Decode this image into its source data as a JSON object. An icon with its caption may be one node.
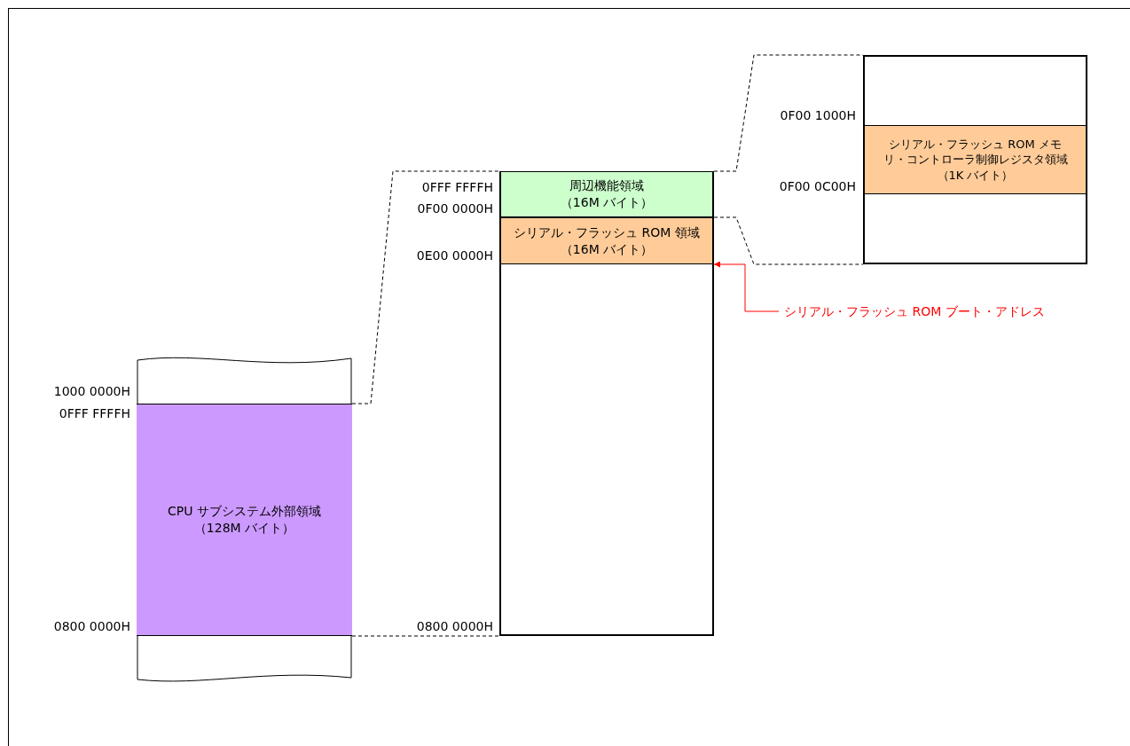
{
  "diagram": {
    "nodes": [
      {
        "text": [],
        "shape": "band"
      },
      {
        "text": [
          "CPU サブシステム外部領域",
          "（128M バイト）"
        ],
        "in": 0
      },
      {
        "text": [],
        "shape": "box"
      },
      {
        "text": [
          "周辺機能領域",
          "（16M バイト）"
        ],
        "in": 2
      },
      {
        "text": [
          "シリアル・フラッシュ ROM 領域",
          "（16M バイト）"
        ],
        "in": 2
      },
      {
        "text": [],
        "shape": "box"
      },
      {
        "text": [
          "シリアル・フラッシュ ROM メモリ・コントローラ制御レジスタ領域",
          "（1K バイト）"
        ],
        "in": 5
      },
      {
        "text": [
          "シリアル・フラッシュ ROM ブート・アドレス"
        ]
      }
    ],
    "edges": [
      {
        "from": 1,
        "to": 2,
        "arrow": "none",
        "style": "dashed"
      },
      {
        "from": 1,
        "to": 2,
        "arrow": "none",
        "style": "dashed"
      },
      {
        "from": 3,
        "to": 5,
        "arrow": "none",
        "style": "dashed"
      },
      {
        "from": 4,
        "to": 5,
        "arrow": "none",
        "style": "dashed"
      },
      {
        "from": 7,
        "to": 4,
        "arrow": "to",
        "color": "#ff0000"
      }
    ],
    "labels": [
      "0F00 1000H",
      "0F00 0C00H",
      "0FFF FFFFH",
      "0F00 0000H",
      "0E00 0000H",
      "1000 0000H",
      "0FFF FFFFH",
      "0800 0000H",
      "0800 0000H"
    ]
  }
}
